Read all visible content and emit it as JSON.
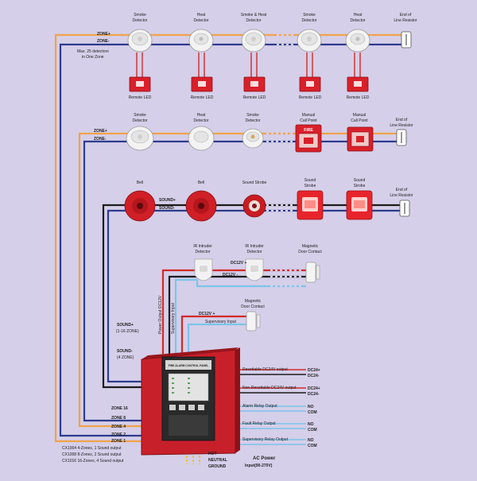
{
  "colors": {
    "background": "#d5cfe9",
    "wire_positive": "#f2a24a",
    "wire_negative": "#2d3c8e",
    "wire_black": "#1c1c1c",
    "wire_light_blue": "#7cc4ea",
    "wire_red": "#d32a2a",
    "wire_yellow": "#e8c32a",
    "panel_red": "#c8202a"
  },
  "row1": {
    "zone_pos": "ZONE+",
    "zone_neg": "ZONE-",
    "note": [
      "Max. 25 detectors",
      "in One Zone"
    ],
    "devices": [
      {
        "name": [
          "Smoke",
          "Detector"
        ],
        "led": "Remote LED"
      },
      {
        "name": [
          "Heat",
          "Detector"
        ],
        "led": "Remote LED"
      },
      {
        "name": [
          "Smoke & Heat",
          "Detector"
        ],
        "led": "Remote LED"
      },
      {
        "name": [
          "Smoke",
          "Detector"
        ],
        "led": "Remote LED"
      },
      {
        "name": [
          "Heat",
          "Detector"
        ],
        "led": "Remote LED"
      }
    ],
    "eol": [
      "End of",
      "Line Resistor"
    ]
  },
  "row2": {
    "zone_pos": "ZONE+",
    "zone_neg": "ZONE-",
    "devices": [
      {
        "name": [
          "Smoke",
          "Detector"
        ]
      },
      {
        "name": [
          "Heat",
          "Detector"
        ]
      },
      {
        "name": [
          "Smoke",
          "Detector"
        ]
      },
      {
        "name": [
          "Manual",
          "Call Point"
        ],
        "tag": "FIRE"
      },
      {
        "name": [
          "Manual",
          "Call Point"
        ]
      }
    ],
    "eol": [
      "End of",
      "Line Resistor"
    ]
  },
  "row3": {
    "sound_pos": "SOUND+",
    "sound_neg": "SOUND-",
    "devices": [
      {
        "name": [
          "Bell"
        ]
      },
      {
        "name": [
          "Bell"
        ]
      },
      {
        "name": [
          "Sound Strobe"
        ]
      },
      {
        "name": [
          "Sound",
          "Strobe"
        ]
      },
      {
        "name": [
          "Sound",
          "Strobe"
        ]
      }
    ],
    "eol": [
      "End of",
      "Line Resistor"
    ]
  },
  "row4": {
    "devices": [
      {
        "name": [
          "IR Intruder",
          "Detector"
        ]
      },
      {
        "name": [
          "IR Intruder",
          "Detector"
        ]
      },
      {
        "name": [
          "Magnetic",
          "Door Contact"
        ]
      }
    ],
    "dc_pos": "DC12V +",
    "dc_neg": "DC12V -",
    "power_vert": "Power Output DC12V",
    "supervisory_vert": "Supervisory Input"
  },
  "row5": {
    "device": {
      "name": [
        "Magnetic",
        "Door Contact"
      ]
    },
    "dc_label": "DC12V +",
    "supervisory_label": "Supervisory Input"
  },
  "left_labels": {
    "sound_top": [
      "SOUND+",
      "(1-16 ZONE)"
    ],
    "sound_bottom": [
      "SOUND-",
      "(4 ZONE)"
    ],
    "zones": [
      "ZONE 16",
      "ZONE 8",
      "ZONE 4",
      "ZONE 2",
      "ZONE 1"
    ],
    "models": [
      "CX1004  4-Zones, 1 Sound output",
      "CX1008  8-Zones, 2 Sound output",
      "CX1016  16-Zones, 4 Sound output"
    ]
  },
  "panel": {
    "screen_text": "FIRE ALARM CONTROL PANEL"
  },
  "outputs": [
    {
      "label": "Resettable DC24V output",
      "terms": [
        "DC24+",
        "DC24-"
      ]
    },
    {
      "label": "Non-Resettable DC24V output",
      "terms": [
        "DC24+",
        "DC24-"
      ]
    },
    {
      "label": "Alarm Relay Output",
      "terms": [
        "NO",
        "COM"
      ]
    },
    {
      "label": "Fault Relay Output",
      "terms": [
        "NO",
        "COM"
      ]
    },
    {
      "label": "Supervisory Relay Output",
      "terms": [
        "NO",
        "COM"
      ]
    }
  ],
  "ac": {
    "terms": [
      "HOT",
      "NEUTRAL",
      "GROUND"
    ],
    "title": "AC Power",
    "sub": "Input(90-270V)"
  }
}
